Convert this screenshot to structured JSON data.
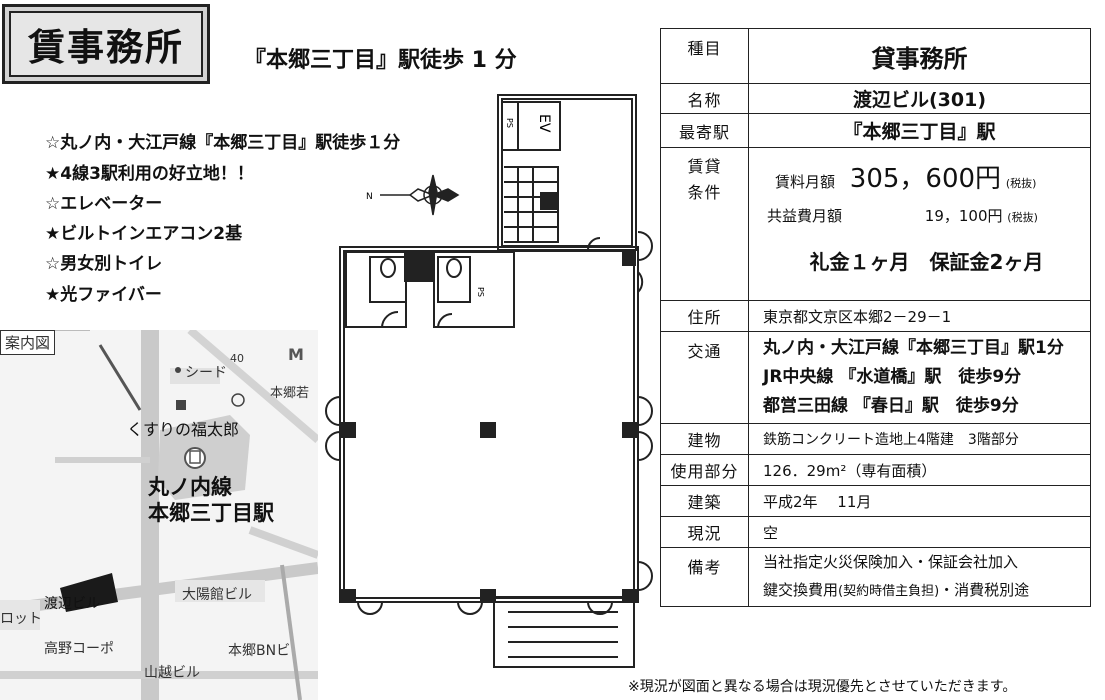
{
  "title": "賃事務所",
  "headline": "『本郷三丁目』駅徒歩 1 分",
  "features": [
    "☆丸ノ内・大江戸線『本郷三丁目』駅徒歩１分",
    "★4線3駅利用の好立地！！",
    "☆エレベーター",
    "★ビルトインエアコン2基",
    "☆男女別トイレ",
    "★光ファイバー"
  ],
  "map": {
    "guide_label": "案内図",
    "labels": {
      "seed": "シード",
      "kusuri": "くすりの福太郎",
      "hongo_waka": "本郷若",
      "watanabe": "渡辺ビル",
      "taiyokan": "大陽館ビル",
      "takano": "高野コーポ",
      "hongo_bn": "本郷BNビ",
      "yamakoshi": "山越ビル",
      "lot": "ロット",
      "num40": "40"
    },
    "station_line1": "丸ノ内線",
    "station_line2": "本郷三丁目駅"
  },
  "plan": {
    "ev": "EV",
    "ps1": "PS",
    "ps2": "PS",
    "north": "N"
  },
  "table": {
    "type_key": "種目",
    "type_val": "貸事務所",
    "name_key": "名称",
    "name_val": "渡辺ビル(301)",
    "station_key": "最寄駅",
    "station_val": "『本郷三丁目』駅",
    "rent_key1": "賃貸",
    "rent_key2": "条件",
    "rent_label": "賃料月額",
    "rent_amount": "305，600円",
    "rent_tax": "(税抜)",
    "common_label": "共益費月額",
    "common_amount": "19，100円",
    "common_tax": "(税抜)",
    "deposit": "礼金１ヶ月　保証金2ヶ月",
    "address_key": "住所",
    "address_val": "東京都文京区本郷2－29－1",
    "access_key": "交通",
    "access_lines": [
      "丸ノ内・大江戸線『本郷三丁目』駅1分",
      "JR中央線 『水道橋』駅　徒歩9分",
      "都営三田線 『春日』駅　徒歩9分"
    ],
    "building_key": "建物",
    "building_val": "鉄筋コンクリート造地上4階建　3階部分",
    "area_key": "使用部分",
    "area_val": "126．29m²（専有面積）",
    "built_key": "建築",
    "built_val": "平成2年　 11月",
    "status_key": "現況",
    "status_val": "空",
    "remarks_key": "備考",
    "remarks_line1": "当社指定火災保険加入・保証会社加入",
    "remarks_line2": "鍵交換費用",
    "remarks_small": "(契約時借主負担)",
    "remarks_line2b": "・消費税別途"
  },
  "note": "※現況が図面と異なる場合は現況優先とさせていただきます。"
}
